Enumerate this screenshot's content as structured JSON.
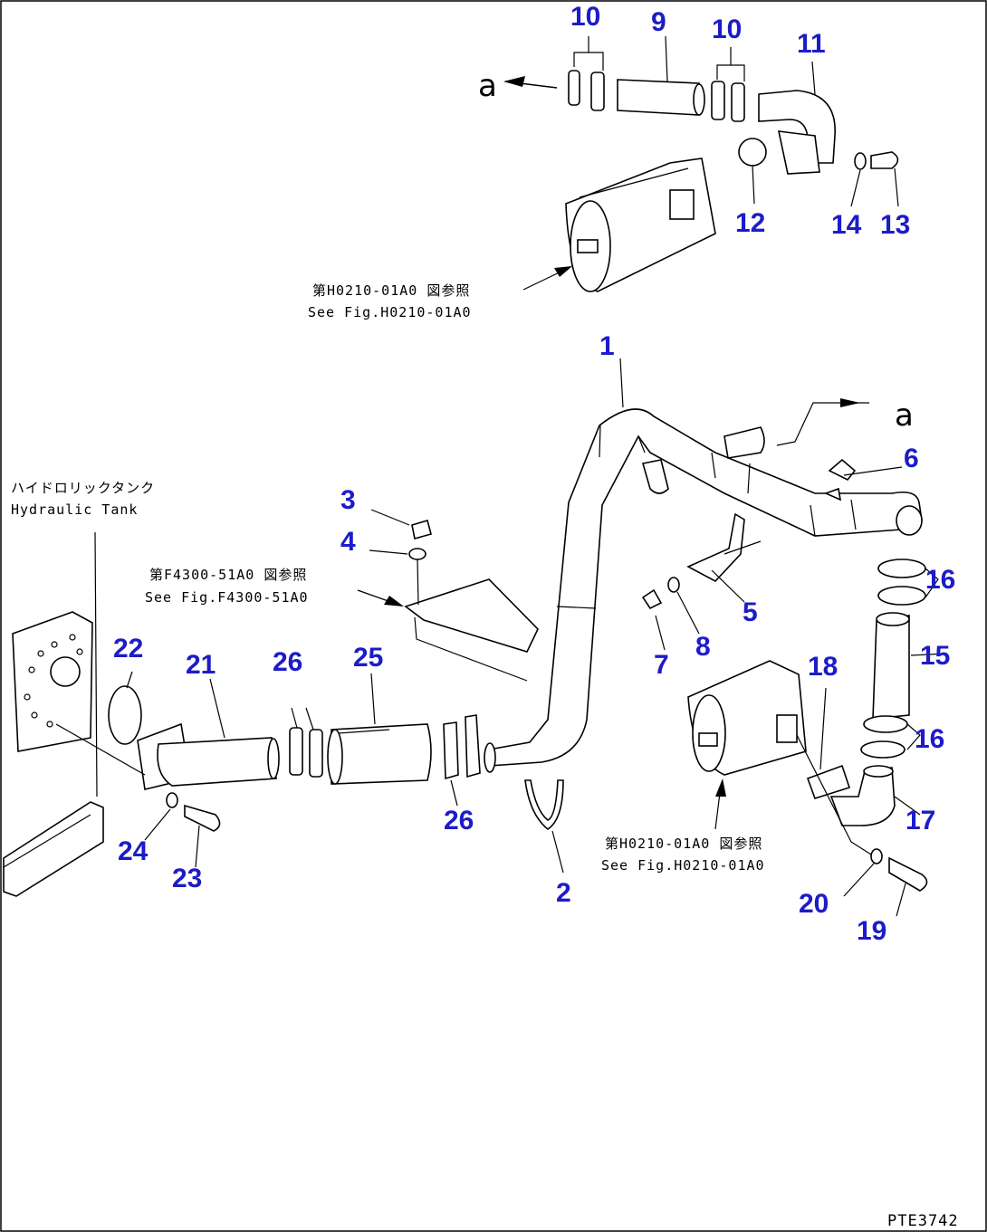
{
  "sheet_code": "PTE3742",
  "connector_letter": "a",
  "references": {
    "fig_h0210_top_jp": "第H0210-01A0 図参照",
    "fig_h0210_top_en": "See Fig.H0210-01A0",
    "fig_f4300_jp": "第F4300-51A0 図参照",
    "fig_f4300_en": "See Fig.F4300-51A0",
    "fig_h0210_bottom_jp": "第H0210-01A0 図参照",
    "fig_h0210_bottom_en": "See Fig.H0210-01A0",
    "hydraulic_tank_jp": "ハイドロリックタンク",
    "hydraulic_tank_en": "Hydraulic Tank"
  },
  "part_numbers": {
    "p1": "1",
    "p2": "2",
    "p3": "3",
    "p4": "4",
    "p5": "5",
    "p6": "6",
    "p7": "7",
    "p8": "8",
    "p9": "9",
    "p10a": "10",
    "p10b": "10",
    "p11": "11",
    "p12": "12",
    "p13": "13",
    "p14": "14",
    "p15": "15",
    "p16a": "16",
    "p16b": "16",
    "p17": "17",
    "p18": "18",
    "p19": "19",
    "p20": "20",
    "p21": "21",
    "p22": "22",
    "p23": "23",
    "p24": "24",
    "p25": "25",
    "p26a": "26",
    "p26b": "26"
  },
  "colors": {
    "part_number": "#1c1cc8",
    "line": "#000000"
  }
}
